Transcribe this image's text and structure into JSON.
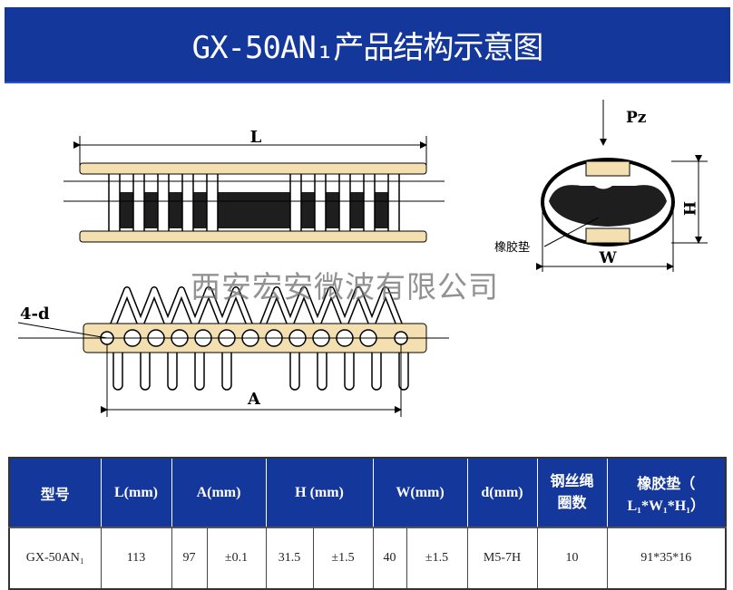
{
  "title": "GX-50AN₁产品结构示意图",
  "watermark": "西安宏安微波有限公司",
  "colors": {
    "banner": "#14379b",
    "plate": "#f3dfb0",
    "rubber": "#1e1e1e"
  },
  "diagram_labels": {
    "L": "L",
    "A": "A",
    "four_d": "4-d",
    "Pz": "Pz",
    "H": "H",
    "W": "W",
    "rubber_pad": "橡胶垫"
  },
  "table": {
    "headers": [
      "型号",
      "L(mm)",
      "A(mm)",
      "H (mm)",
      "W(mm)",
      "d(mm)",
      "钢丝绳圈数",
      "橡胶垫（L₁*W₁*H₁）"
    ],
    "header_lines": {
      "coils_1": "钢丝绳",
      "coils_2": "圈数",
      "pad_1": "橡胶垫（",
      "pad_2": "L₁*W₁*H₁）"
    },
    "row": [
      "GX-50AN₁",
      "113",
      "97",
      "±0.1",
      "31.5",
      "±1.5",
      "40",
      "±1.5",
      "M5-7H",
      "10",
      "91*35*16"
    ]
  }
}
